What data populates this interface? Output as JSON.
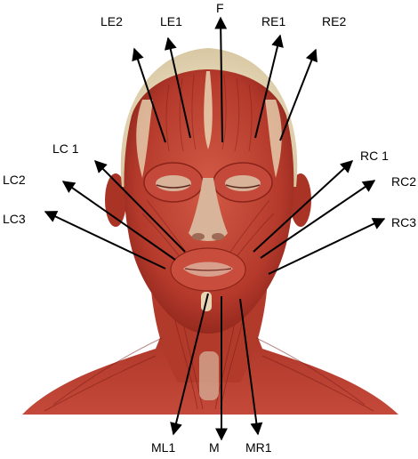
{
  "figure": {
    "labels": {
      "F": "F",
      "LE1": "LE1",
      "LE2": "LE2",
      "RE1": "RE1",
      "RE2": "RE2",
      "LC1": "LC 1",
      "LC2": "LC2",
      "LC3": "LC3",
      "RC1": "RC 1",
      "RC2": "RC2",
      "RC3": "RC3",
      "ML1": "ML1",
      "M": "M",
      "MR1": "MR1"
    },
    "colors": {
      "background": "#ffffff",
      "muscle": "#b9382c",
      "muscle_light": "#d9604a",
      "muscle_dark": "#7e1d16",
      "tendon": "#eee0c4",
      "arrow": "#000000"
    }
  }
}
